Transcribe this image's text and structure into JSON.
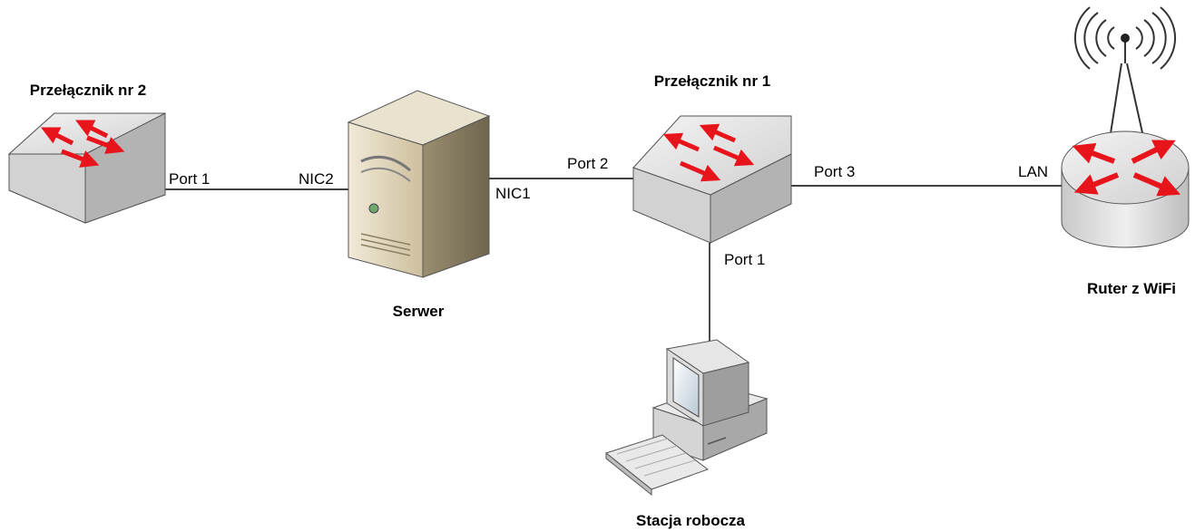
{
  "devices": {
    "switch2": {
      "title": "Przełącznik nr 2"
    },
    "server": {
      "title": "Serwer"
    },
    "switch1": {
      "title": "Przełącznik nr 1"
    },
    "router": {
      "title": "Ruter z WiFi"
    },
    "workstation": {
      "title": "Stacja robocza"
    }
  },
  "ports": {
    "switch2_port1": "Port 1",
    "server_nic2": "NIC2",
    "server_nic1": "NIC1",
    "switch1_port2": "Port 2",
    "switch1_port3": "Port 3",
    "router_lan": "LAN",
    "switch1_port1": "Port 1"
  },
  "colors": {
    "arrow": "#e8141b",
    "device_gray": "#d9d9d9",
    "link": "#000000"
  },
  "icons": {
    "switch": "network-switch-icon",
    "server": "tower-server-icon",
    "router": "wifi-router-icon",
    "workstation": "desktop-computer-icon"
  }
}
